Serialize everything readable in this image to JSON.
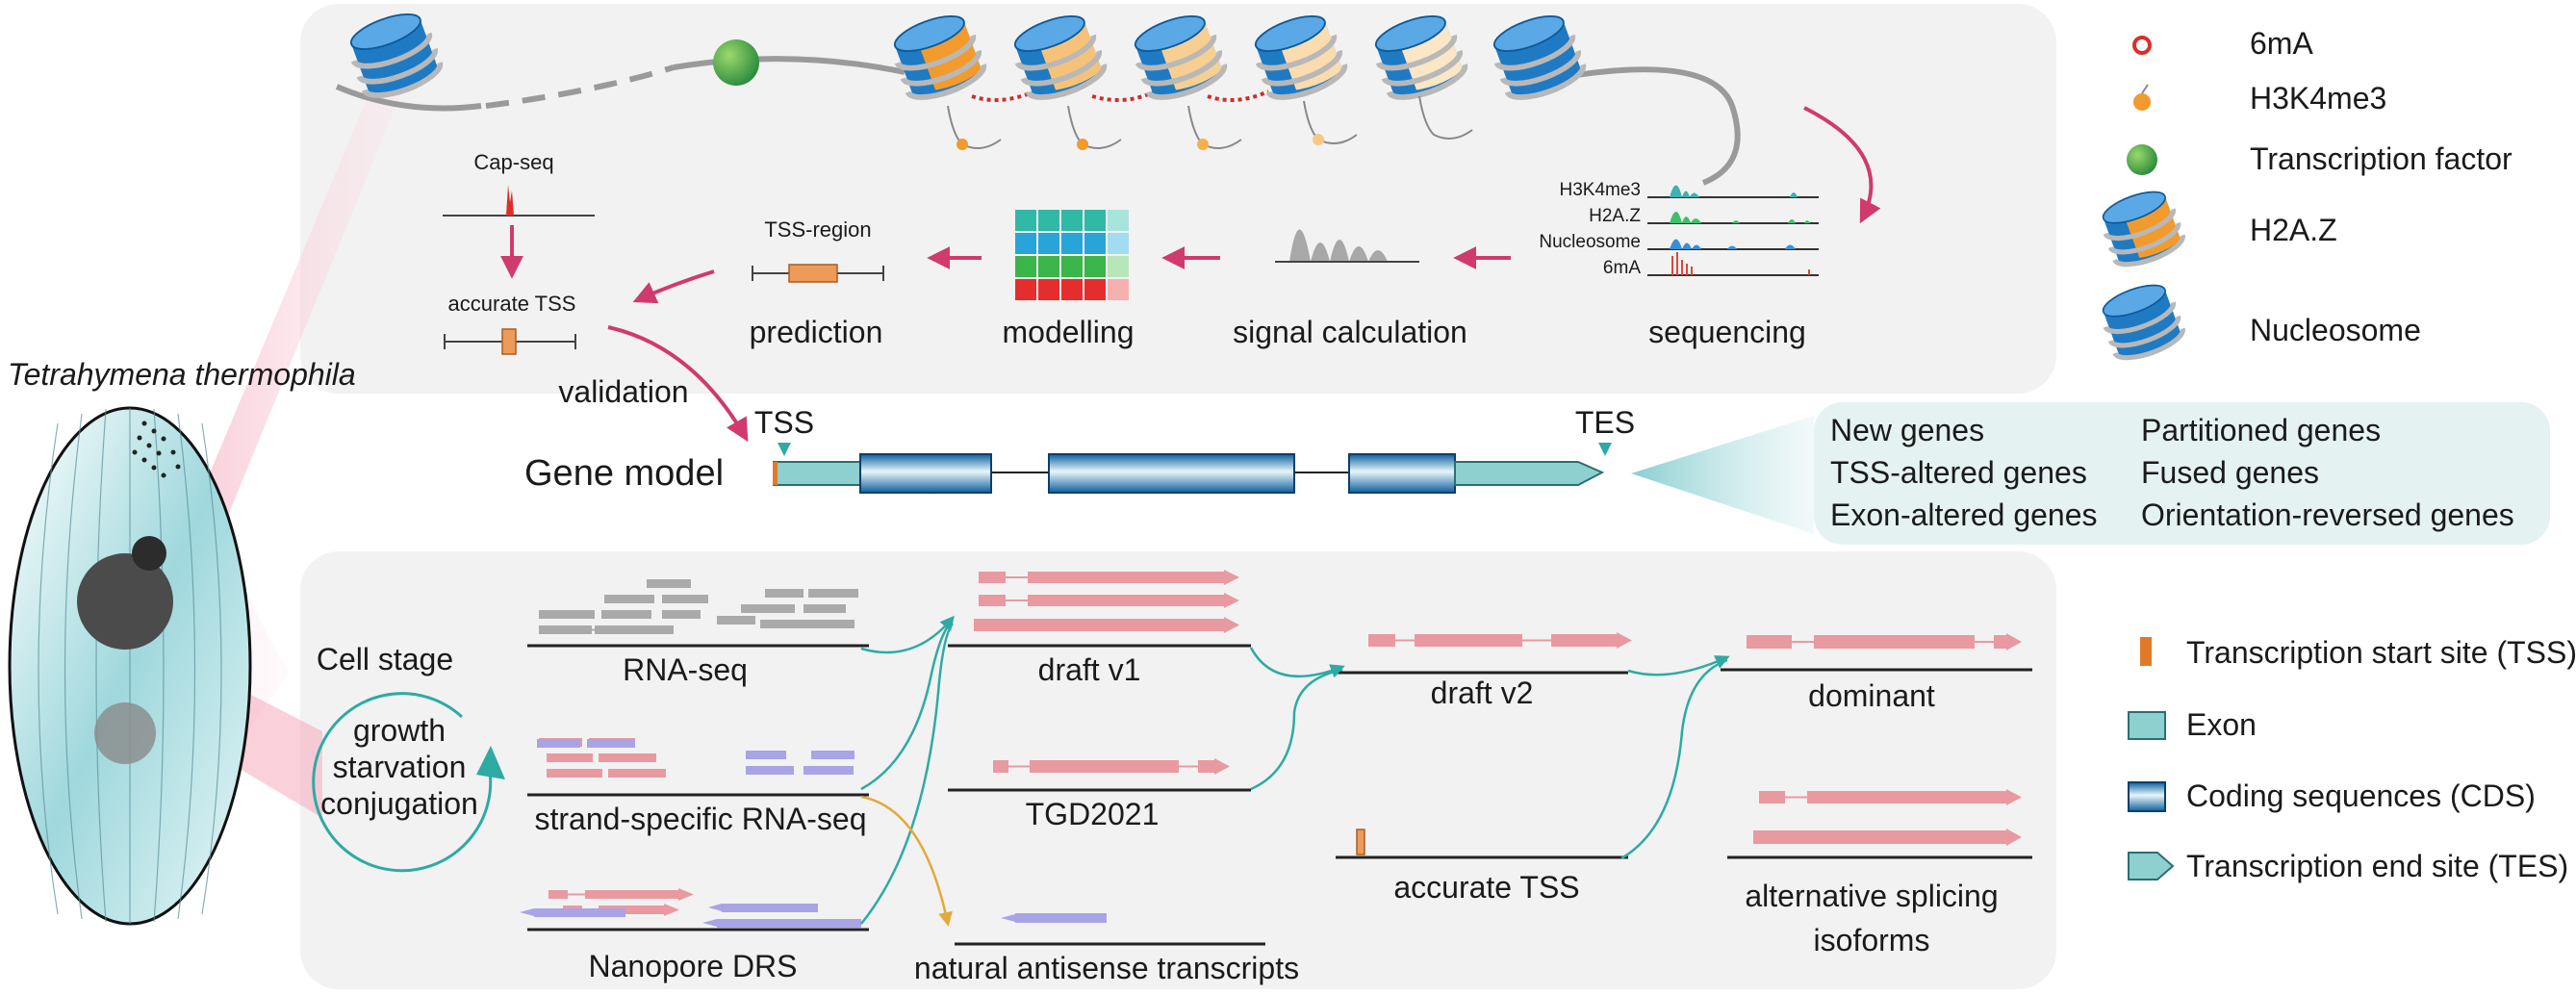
{
  "organism": "Tetrahymena thermophila",
  "legend_top": {
    "m6a": "6mA",
    "h3k4me3": "H3K4me3",
    "tf": "Transcription factor",
    "h2az": "H2A.Z",
    "nucleosome": "Nucleosome"
  },
  "pipeline": {
    "tracks": [
      "H3K4me3",
      "H2A.Z",
      "Nucleosome",
      "6mA"
    ],
    "sequencing": "sequencing",
    "signal": "signal calculation",
    "modelling": "modelling",
    "tss_region": "TSS-region",
    "prediction": "prediction",
    "cap_seq": "Cap-seq",
    "accurate_tss": "accurate TSS",
    "validation": "validation"
  },
  "gene_model": {
    "title": "Gene model",
    "tss": "TSS",
    "tes": "TES"
  },
  "gene_categories": {
    "left": [
      "New genes",
      "TSS-altered genes",
      "Exon-altered genes"
    ],
    "right": [
      "Partitioned genes",
      "Fused genes",
      "Orientation-reversed genes"
    ]
  },
  "cell_stage": {
    "title": "Cell stage",
    "stages": [
      "growth",
      "starvation",
      "conjugation"
    ]
  },
  "workflow": {
    "rnaseq": "RNA-seq",
    "ss_rnaseq": "strand-specific RNA-seq",
    "nanopore": "Nanopore DRS",
    "draft_v1": "draft v1",
    "tgd2021": "TGD2021",
    "nat": "natural antisense transcripts",
    "draft_v2": "draft v2",
    "accurate_tss": "accurate TSS",
    "dominant": "dominant",
    "alt_splicing": [
      "alternative splicing",
      "isoforms"
    ]
  },
  "legend_bottom": {
    "tss": "Transcription start site (TSS)",
    "exon": "Exon",
    "cds": "Coding sequences (CDS)",
    "tes": "Transcription end site (TES)"
  },
  "colors": {
    "panel": "#f2f2f2",
    "magenta_arrow": "#d03a6e",
    "teal_arrow": "#2eaaa3",
    "orange_arrow": "#e3a93a",
    "transcript": "#e89aa0",
    "antisense": "#a9a4e6",
    "nucleosome": "#1f7ac4",
    "h2az": "#f39a2c",
    "exon": "#8ecfcf",
    "track": "#3fb1b3"
  }
}
